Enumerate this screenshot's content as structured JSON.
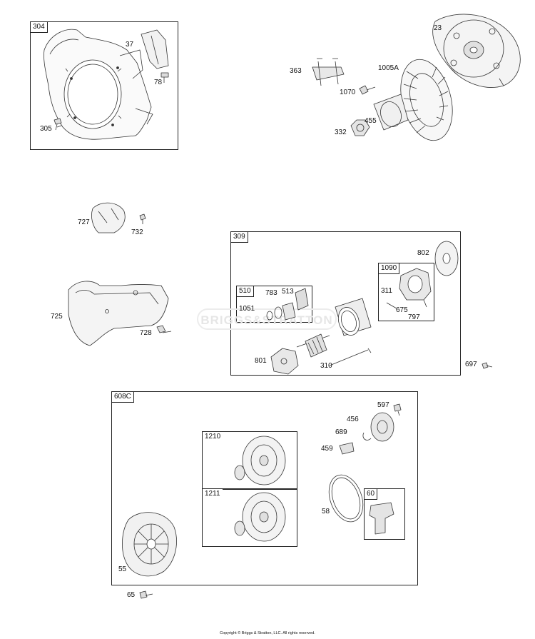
{
  "assemblies": {
    "a304": "304",
    "a309": "309",
    "a510": "510",
    "a1090": "1090",
    "a608c": "608C",
    "a1210": "1210",
    "a1211": "1211",
    "a60": "60"
  },
  "callouts": {
    "p37": "37",
    "p78": "78",
    "p305": "305",
    "p23": "23",
    "p363": "363",
    "p1005a": "1005A",
    "p1070": "1070",
    "p455": "455",
    "p332": "332",
    "p727": "727",
    "p732": "732",
    "p725": "725",
    "p728": "728",
    "p802": "802",
    "p783": "783",
    "p513": "513",
    "p1051": "1051",
    "p311": "311",
    "p675": "675",
    "p797": "797",
    "p801": "801",
    "p310": "310",
    "p697": "697",
    "p597": "597",
    "p456": "456",
    "p689": "689",
    "p459": "459",
    "p58": "58",
    "p55": "55",
    "p65": "65"
  },
  "watermark": "BRIGGS&STRATTON",
  "copyright": "Copyright © Briggs & Stratton, LLC. All rights reserved."
}
